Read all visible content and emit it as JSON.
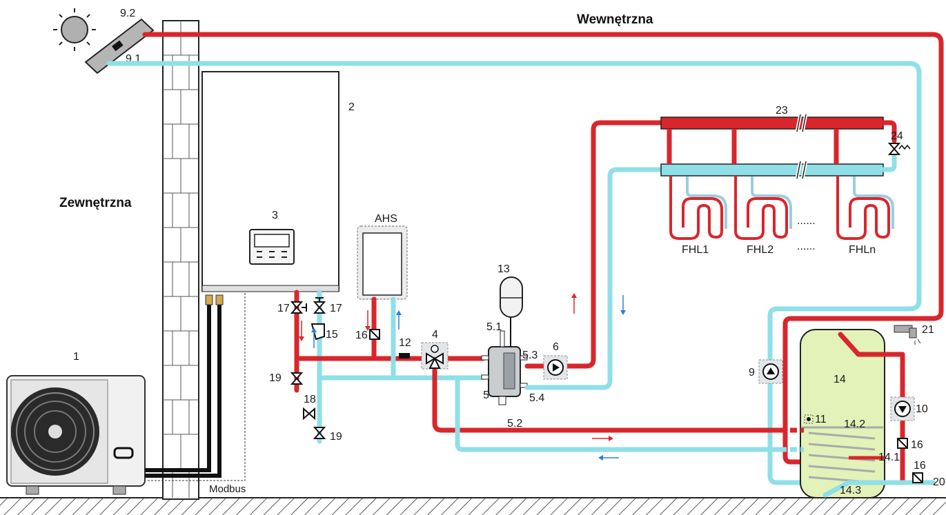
{
  "labels": {
    "outdoor": "Zewnętrzna",
    "indoor": "Wewnętrzna",
    "modbus": "Modbus",
    "ahs": "AHS",
    "fhl1": "FHL1",
    "fhl2": "FHL2",
    "fhln": "FHLn",
    "dots": "......",
    "n1": "1",
    "n2": "2",
    "n3": "3",
    "n4": "4",
    "n5": "5",
    "n5_1": "5.1",
    "n5_2": "5.2",
    "n5_3": "5.3",
    "n5_4": "5.4",
    "n6": "6",
    "n9": "9",
    "n9_1": "9.1",
    "n9_2": "9.2",
    "n10": "10",
    "n11": "11",
    "n12": "12",
    "n13": "13",
    "n14": "14",
    "n14_1": "14.1",
    "n14_2": "14.2",
    "n14_3": "14.3",
    "n15": "15",
    "n16": "16",
    "n17": "17",
    "n18": "18",
    "n19": "19",
    "n20": "20",
    "n21": "21",
    "n23": "23",
    "n24": "24"
  },
  "colors": {
    "hot_pipe": "#d9262b",
    "cold_pipe": "#8fdfe8",
    "tank_fill": "#e2f2b8",
    "arrow_hot": "#d9262b",
    "arrow_cold": "#2a7fd4"
  },
  "icons": [
    "sun-icon",
    "solar-panel-icon",
    "pump-icon",
    "valve-icon",
    "three-way-valve-icon",
    "check-valve-icon",
    "filter-icon",
    "tap-icon",
    "expansion-vessel-icon",
    "heat-pump-fan-icon",
    "controller-icon"
  ]
}
